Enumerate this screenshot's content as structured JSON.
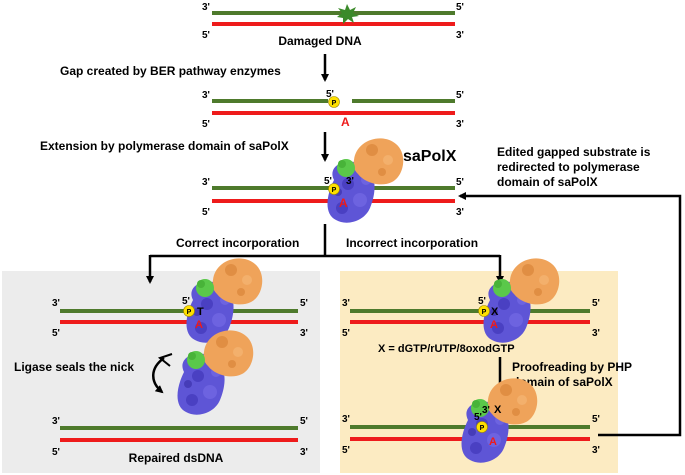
{
  "colors": {
    "top_strand": "#4e7a2c",
    "bottom_strand": "#ee1b1b",
    "phosphate": "#ffe000",
    "gray_panel": "#ececec",
    "tan_panel": "#fcebc2",
    "polymerase_blue": "#5e55d6",
    "php_orange": "#efa35a",
    "thumb_green": "#5ac84a",
    "damage_mark": "#3b8a2a"
  },
  "ends": {
    "e3": "3'",
    "e5": "5'"
  },
  "marks": {
    "p": "P",
    "a": "A",
    "t": "T",
    "x": "X"
  },
  "labels": {
    "damaged": "Damaged DNA",
    "gap": "Gap created by BER pathway enzymes",
    "extension": "Extension by polymerase domain of saPolX",
    "protein": "saPolX",
    "edited_1": "Edited gapped substrate is",
    "edited_2": "redirected to polymerase",
    "edited_3": "domain of saPolX",
    "correct": "Correct incorporation",
    "incorrect": "Incorrect incorporation",
    "ligase": "Ligase seals the nick",
    "repaired": "Repaired dsDNA",
    "x_def": "X = dGTP/rUTP/8oxodGTP",
    "proof_1": "Proofreading by PHP",
    "proof_2": "domain of saPolX"
  },
  "icons": [
    "down-arrow-icon",
    "curved-arrow-icon",
    "feedback-arrow-icon",
    "phosphate-icon",
    "damage-site-icon",
    "saPolX-protein-icon",
    "ligase-protein-icon"
  ]
}
